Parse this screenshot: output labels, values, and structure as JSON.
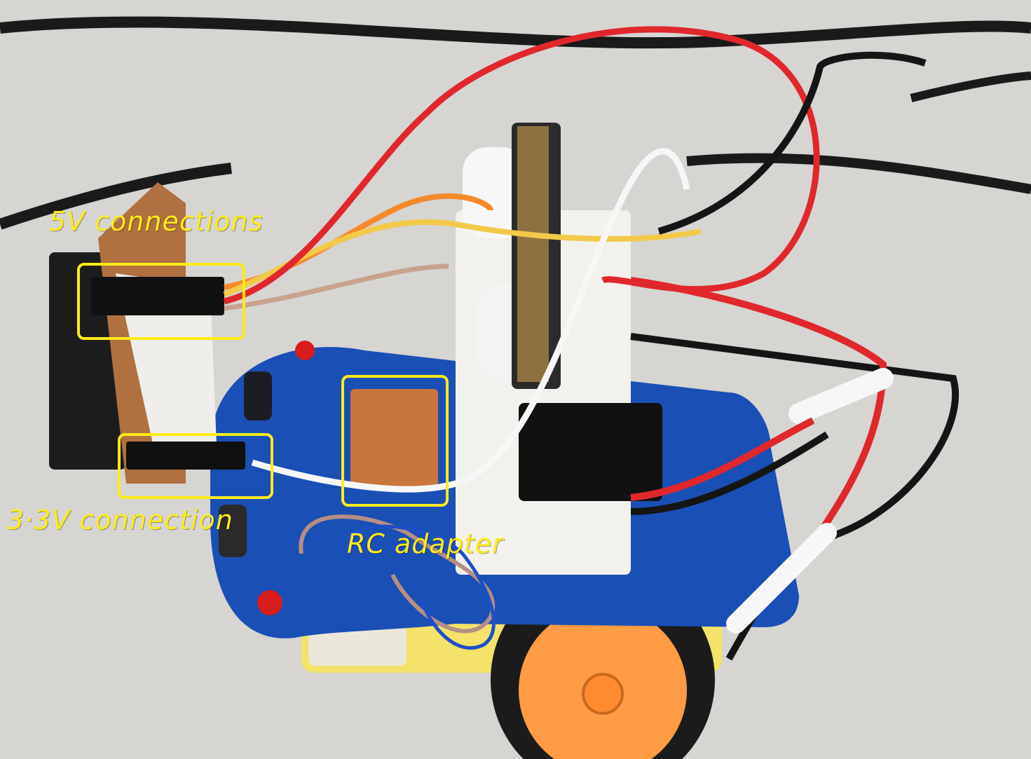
{
  "colors": {
    "annotation": "#ffeb1a",
    "pcb_blue": "#1a4fb5",
    "wheel_orange": "#ff9a45",
    "chassis_yellow": "#f4e26a",
    "mount_white": "#f3f1ec",
    "wire_red": "#e0282c",
    "wire_orange": "#f58a2c",
    "wire_yellow": "#f3c94a",
    "wire_black": "#151515",
    "wire_white": "#f7f7f7",
    "wire_brown": "#c8a38d"
  },
  "annotations": [
    {
      "label": "5V connections"
    },
    {
      "label": "3·3V connection"
    },
    {
      "label": "RC adapter"
    }
  ]
}
